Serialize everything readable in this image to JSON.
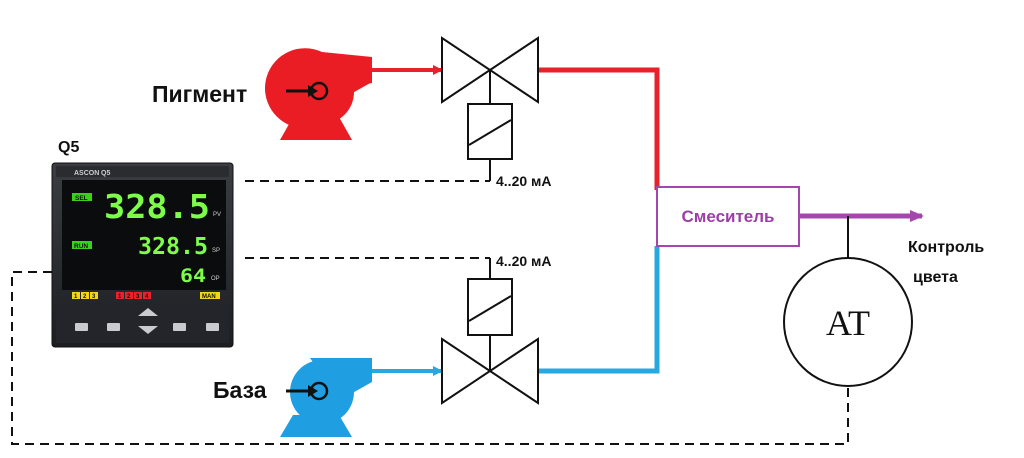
{
  "labels": {
    "pigment": "Пигмент",
    "base": "База",
    "controller_name": "Q5",
    "mixer": "Смеситель",
    "color_control_line1": "Контроль",
    "color_control_line2": "цвета",
    "analyzer": "AT",
    "signal_top": "4..20 мА",
    "signal_bottom": "4..20 мА"
  },
  "controller": {
    "brand": "ASCON",
    "model": "Q5",
    "pv_value": "328.5",
    "sp_value": "328.5",
    "op_value": "64",
    "pv_unit": "PV",
    "sp_unit": "SP",
    "op_unit": "OP",
    "sel_label": "SEL",
    "run_label": "RUN",
    "man_label": "MAN",
    "indicators_yellow": [
      "1",
      "2",
      "3"
    ],
    "indicators_red": [
      "1",
      "2",
      "3",
      "4"
    ]
  },
  "colors": {
    "pigment_line": "#e8222a",
    "base_line": "#29a8e0",
    "mixer_line": "#a347ad",
    "display_digits": "#7dff4a"
  }
}
